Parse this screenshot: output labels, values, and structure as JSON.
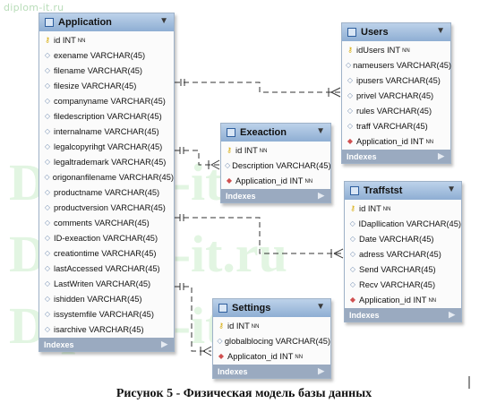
{
  "watermark_top": "diplom-it.ru",
  "watermark_big": "Diplom-it.ru",
  "caption": "Рисунок 5 - Физическая модель базы данных",
  "indexes_label": "Indexes",
  "nn_label": "NN",
  "tables": {
    "application": {
      "name": "Application",
      "columns": [
        "id INT",
        "exename VARCHAR(45)",
        "filename VARCHAR(45)",
        "filesize VARCHAR(45)",
        "companyname VARCHAR(45)",
        "filedescription VARCHAR(45)",
        "internalname VARCHAR(45)",
        "legalcopyrihgt VARCHAR(45)",
        "legaltrademark VARCHAR(45)",
        "origonanfilename VARCHAR(45)",
        "productname VARCHAR(45)",
        "productversion VARCHAR(45)",
        "comments VARCHAR(45)",
        "ID-exeaction VARCHAR(45)",
        "creationtime VARCHAR(45)",
        "lastAccessed VARCHAR(45)",
        "LastWriten VARCHAR(45)",
        "ishidden VARCHAR(45)",
        "issystemfile VARCHAR(45)",
        "isarchive VARCHAR(45)"
      ]
    },
    "users": {
      "name": "Users",
      "columns": [
        "idUsers INT",
        "nameusers VARCHAR(45)",
        "ipusers VARCHAR(45)",
        "privel VARCHAR(45)",
        "rules VARCHAR(45)",
        "traff VARCHAR(45)",
        "Application_id INT"
      ]
    },
    "exeaction": {
      "name": "Exeaction",
      "columns": [
        "id INT",
        "Description VARCHAR(45)",
        "Application_id INT"
      ]
    },
    "traffstst": {
      "name": "Traffstst",
      "columns": [
        "id INT",
        "IDapllication VARCHAR(45)",
        "Date VARCHAR(45)",
        "adress VARCHAR(45)",
        "Send VARCHAR(45)",
        "Recv VARCHAR(45)",
        "Application_id INT"
      ]
    },
    "settings": {
      "name": "Settings",
      "columns": [
        "id INT",
        "globalblocing VARCHAR(45)",
        "Applicaton_id INT"
      ]
    }
  }
}
